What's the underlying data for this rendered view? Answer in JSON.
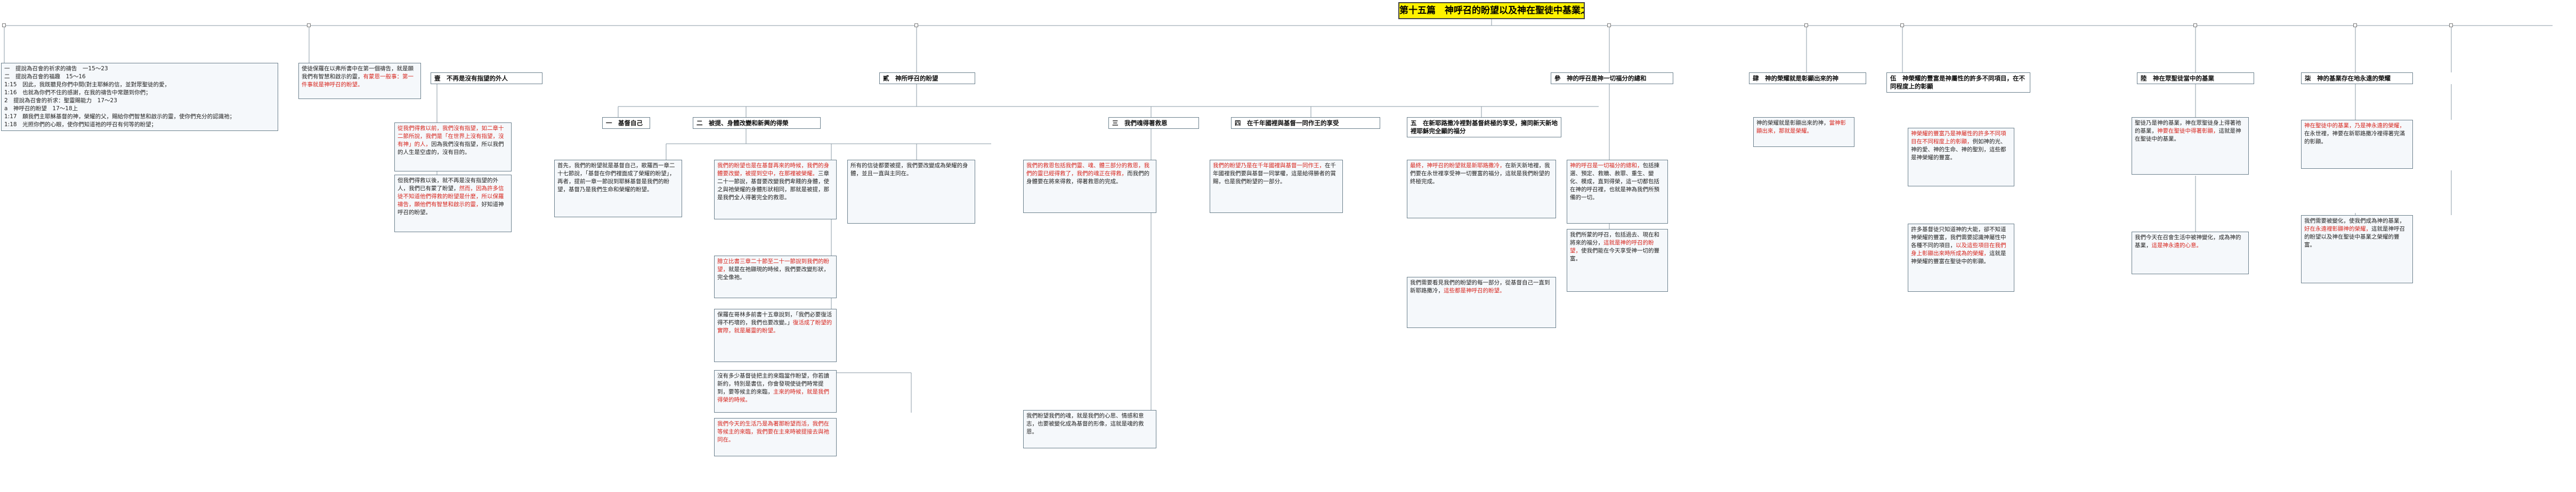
{
  "title": "第十五篇　神呼召的盼望以及神在聖徒中基業之榮耀的豐富",
  "intro": {
    "lines": [
      "一　提說為召會的祈求的禱告　一15～23",
      "二　提說為召會的福趣　15～16",
      "1:15　因此，我既聽見你們中間(對主耶穌的信，並對眾聖徒的愛，",
      "1:16　也就為你們不住的感謝，在我的禱告中常題到你們；",
      "2　提說為召會的祈求：聖靈賜能力　17～23",
      "a　神呼召的盼望　17～18上",
      "1:17　願我們主耶穌基督的神，榮耀的父，賜給你們智慧和啟示的靈，使你們充分的認識祂；",
      "1:18　光照你們的心眼，使你們知道祂的呼召有何等的盼望；"
    ]
  },
  "side_note": {
    "text": "使徒保羅在以弗所書中在第一個禱告，就是願我們有智慧和啟示的靈，",
    "red": "有蒙恩一般事：第一件事就是神呼召的盼望。"
  },
  "branches": {
    "b1": "壹　不再是沒有指望的外人",
    "b2": "貳　神所呼召的盼望",
    "b3": "參　神的呼召是神一切福分的總和",
    "b4": "肆　神的榮耀就是彰顯出來的神",
    "b5": "伍　神榮耀的豐富是神屬性的許多不同項目，在不同程度上的彰顯",
    "b6": "陸　神在眾聖徒當中的基業",
    "b7": "柒　神的基業存在地永遠的榮耀"
  },
  "sub": {
    "s1": "一　基督自己",
    "s2": "二　被提、身體改變和新興的得榮",
    "s3": "三　我們魂得著救恩",
    "s4": "四　在千年國裡與基督一同作王的享受",
    "s5": "五　在新耶路撒冷裡對基督終極的享受，擁同新天新地裡耶穌完全顯的福分"
  },
  "notes": {
    "n1a_red": "從我們得救以前，我們沒有指望，如二章十二節所說，我們是「在世界上沒有指望，沒有神」的人，",
    "n1a": "因為我們沒有指望，所以我們的人生是空虛的，沒有目的。",
    "n1b": "但我們得救以後，就不再是沒有指望的外人，我們已有蒙了盼望，",
    "n1b_red": "然而，因為許多信徒不知道他們得救的盼望是什麼，所以保羅禱告，願他們有智慧和啟示的靈，",
    "n1b2": "好知道神呼召的盼望。",
    "n2a": "首先，我們的盼望就是基督自己，歌羅西一章二十七節說，「基督在你們裡面成了榮耀的盼望」，再者，提前一章一節說到耶穌基督是我們的盼望，基督乃是我們生命和榮耀的盼望。",
    "n3a_red": "我們的盼望也是在基督再來的時候，我們的身體要改變，被提到空中，在那裡被榮耀。",
    "n3a": "三章二十一節說，基督要改變我們卑賤的身體，使之與祂榮耀的身體形狀相同，那就是被提，那是我們全人得著完全的救恩。",
    "n3b_red": "腓立比書三章二十節至二十一節說到我們的盼望，",
    "n3b": "就是在祂顯現的時候，我們要改變形狀，完全像祂。",
    "n3c": "保羅在哥林多前書十五章說到，「我們必要復活得不朽壞的，我們也要改變。」",
    "n3c_red": "復活成了盼望的實際，就是屬靈的盼望。",
    "n3d": "沒有多少基督徒把主的來臨當作盼望，你若讀新約，特別是書信，你會發現使徒們時常提到，要等候主的來臨，",
    "n3d_red": "主來的時候，就是我們得榮的時候。",
    "n3e_red": "我們今天的生活乃是為著那盼望而活，我們在等候主的來臨，我們要在主來時被提接去與祂同在。",
    "n3f": "所有的信徒都要被提，我們要改變成為榮耀的身體，並且一直與主同在。",
    "n4a_red": "我們的救恩包括我們靈、魂、體三部分的救恩，我們的靈已經得救了，我們的魂正在得救，",
    "n4a": "而我們的身體要在將來得救，得著救恩的完成。",
    "n4b": "我們盼望我們的魂，就是我們的心思、情感和意志，也要被變化成為基督的形像，這就是魂的救恩。",
    "n5a_red": "我們的盼望乃是在千年國裡與基督一同作王，",
    "n5a": "在千年國裡我們要與基督一同掌權，這是給得勝者的賞賜，也是我們盼望的一部分。",
    "n6a_red": "最終，神呼召的盼望就是新耶路撒冷，",
    "n6a": "在新天新地裡，我們要在永世裡享受神一切豐富的福分，這就是我們盼望的終極完成。",
    "n6b": "我們需要看見我們的盼望的每一部分，從基督自己一直到新耶路撒冷，",
    "n6b_red": "這些都是神呼召的盼望。",
    "n7a_red": "神的呼召是一切福分的總和，",
    "n7a": "包括揀選、預定、救贖、赦罪、重生、變化、模成，直到得榮，這一切都包括在神的呼召裡，也就是神為我們所預備的一切。",
    "n7b": "我們所蒙的呼召，包括過去、現在和將來的福分，",
    "n7b_red": "這就是神的呼召的盼望，",
    "n7b2": "使我們能在今天享受神一切的豐富。",
    "n8a": "神的榮耀就是彰顯出來的神，",
    "n8a_red": "當神彰顯出來，那就是榮耀。",
    "n9a_red": "神榮耀的豐富乃是神屬性的許多不同項目在不同程度上的彰顯，",
    "n9a": "例如神的光、神的愛、神的生命、神的聖別，這些都是神榮耀的豐富。",
    "n9b": "許多基督徒只知道神的大能，卻不知道神榮耀的豐富，我們需要認識神屬性中各種不同的項目，",
    "n9b_red": "以及這些項目在我們身上彰顯出來時所成為的榮耀，",
    "n9b2": "這就是神榮耀的豐富在聖徒中的彰顯。",
    "n10a": "聖徒乃是神的基業，神在眾聖徒身上得著祂的基業，",
    "n10a_red": "神要在聖徒中得著彰顯，",
    "n10a2": "這就是神在聖徒中的基業。",
    "n10b": "我們今天在召會生活中被神變化，成為神的基業，",
    "n10b_red": "這是神永遠的心意。",
    "n11a_red": "神在聖徒中的基業，乃是神永遠的榮耀，",
    "n11a": "在永世裡，神要在新耶路撒冷裡得著完滿的彰顯。",
    "n11b": "我們需要被變化，使我們成為神的基業，",
    "n11b_red": "好在永遠裡彰顯神的榮耀，",
    "n11b2": "這就是神呼召的盼望以及神在聖徒中基業之榮耀的豐富。"
  }
}
